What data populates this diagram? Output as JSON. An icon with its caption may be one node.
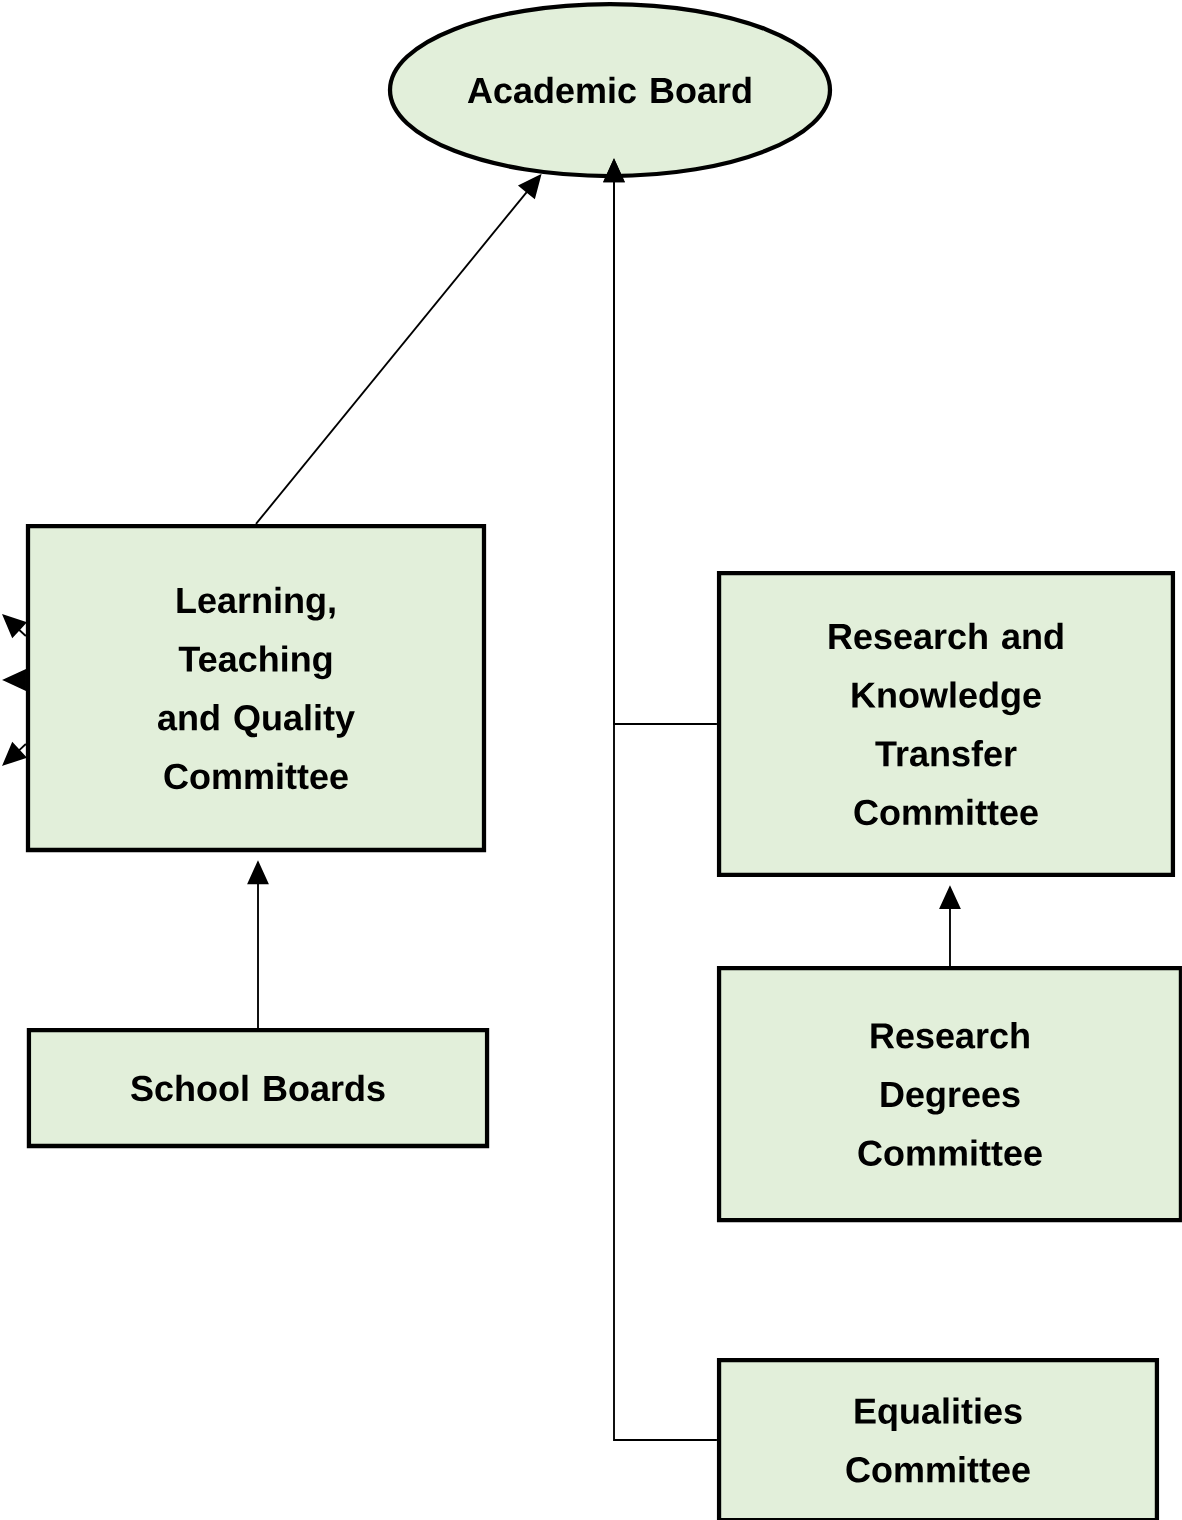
{
  "diagram": {
    "nodes": [
      {
        "text": [
          "Academic Board"
        ]
      },
      {
        "text": [
          "Learning, Teaching and Quality Committee"
        ]
      },
      {
        "text": [
          "Research and Knowledge Transfer Committee"
        ]
      },
      {
        "text": [
          "Research Degrees Committee"
        ]
      },
      {
        "text": [
          "School Boards"
        ]
      },
      {
        "text": [
          "Equalities Committee"
        ]
      }
    ],
    "edges": [
      {
        "from": 1,
        "to": 0,
        "arrow": "to"
      },
      {
        "from": 1,
        "to": null,
        "arrow": "to"
      },
      {
        "from": 1,
        "to": null,
        "arrow": "to"
      },
      {
        "from": 1,
        "to": null,
        "arrow": "to"
      },
      {
        "from": 4,
        "to": 1,
        "arrow": "to"
      },
      {
        "from": 2,
        "to": 0,
        "arrow": "to"
      },
      {
        "from": 3,
        "to": 2,
        "arrow": "to"
      },
      {
        "from": 5,
        "to": 0,
        "arrow": "to"
      }
    ]
  }
}
